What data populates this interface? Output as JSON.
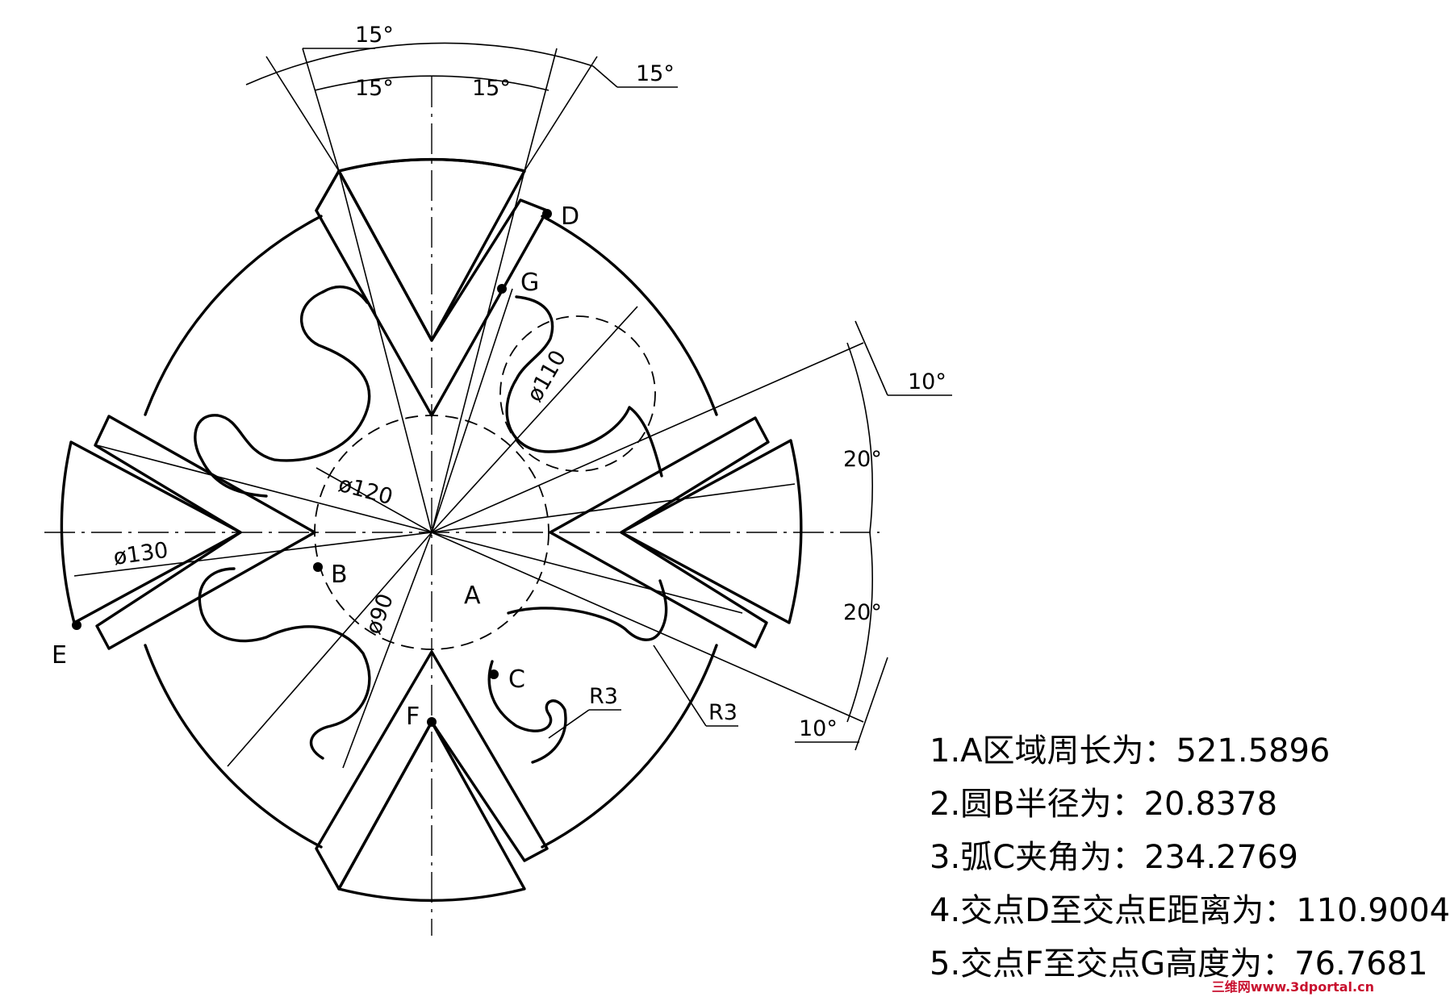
{
  "labels": {
    "A": "A",
    "B": "B",
    "C": "C",
    "D": "D",
    "E": "E",
    "F": "F",
    "G": "G"
  },
  "dimensions": {
    "d110": "ø110",
    "d120": "ø120",
    "d130": "ø130",
    "d90": "ø90",
    "r3_left": "R3",
    "r3_right": "R3",
    "angle_top": "15°",
    "angle_top_left": "15°",
    "angle_top_right": "15°",
    "angle_top_far": "15°",
    "angle_right_top": "10°",
    "angle_right_upper": "20°",
    "angle_right_lower": "20°",
    "angle_right_bottom": "10°"
  },
  "notes": [
    "1.A区域周长为：521.5896",
    "2.圆B半径为：20.8378",
    "3.弧C夹角为：234.2769",
    "4.交点D至交点E距离为：110.9004",
    "5.交点F至交点G高度为：76.7681"
  ],
  "watermark": "三维网www.3dportal.cn",
  "colors": {
    "line": "#000000",
    "background": "#ffffff",
    "watermark": "#c8102e"
  }
}
